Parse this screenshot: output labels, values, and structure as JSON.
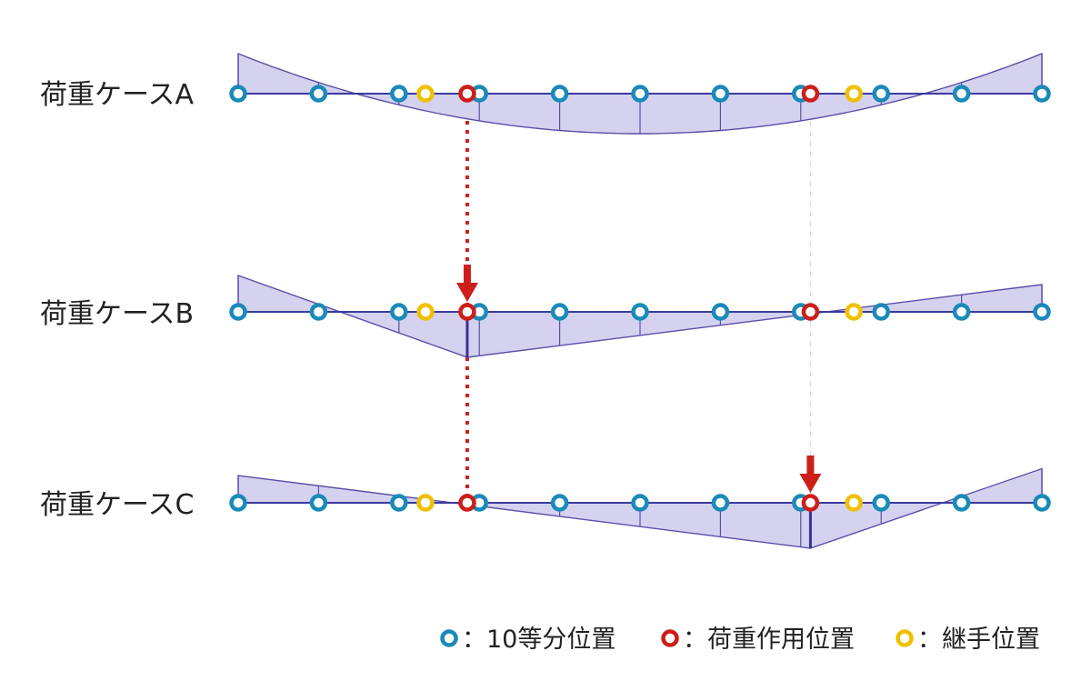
{
  "colors": {
    "division": "#1a8ab8",
    "load": "#cc1f1a",
    "joint": "#f0c000",
    "influence_fill": "#d4d2ef",
    "influence_stroke": "#5a4fa8",
    "beam": "#3b3a9e",
    "arrow": "#cc1f1a"
  },
  "cases": [
    {
      "label": "荷重ケースA",
      "shape": "parabola",
      "left_value": -1.0,
      "right_value": -1.0,
      "min_value": 1.0,
      "load_position": null
    },
    {
      "label": "荷重ケースB",
      "shape": "piecewise",
      "left_value": -0.8,
      "peak_value": 1.0,
      "right_value": -0.6,
      "load_position": 0.285
    },
    {
      "label": "荷重ケースC",
      "shape": "piecewise",
      "left_value": -0.6,
      "peak_value": 1.0,
      "right_value": -0.75,
      "load_position": 0.712
    }
  ],
  "markers": {
    "division_positions": [
      0.0,
      0.1,
      0.2,
      0.3,
      0.4,
      0.5,
      0.6,
      0.7,
      0.8,
      0.9,
      1.0
    ],
    "load_positions": [
      0.285,
      0.712
    ],
    "joint_positions": [
      0.233,
      0.766
    ]
  },
  "legend": {
    "division": "：10等分位置",
    "load": "：荷重作用位置",
    "joint": "：継手位置"
  },
  "icons": {
    "division": "ring-marker-icon",
    "load": "ring-marker-icon",
    "joint": "ring-marker-icon",
    "arrow": "down-arrow-icon"
  }
}
